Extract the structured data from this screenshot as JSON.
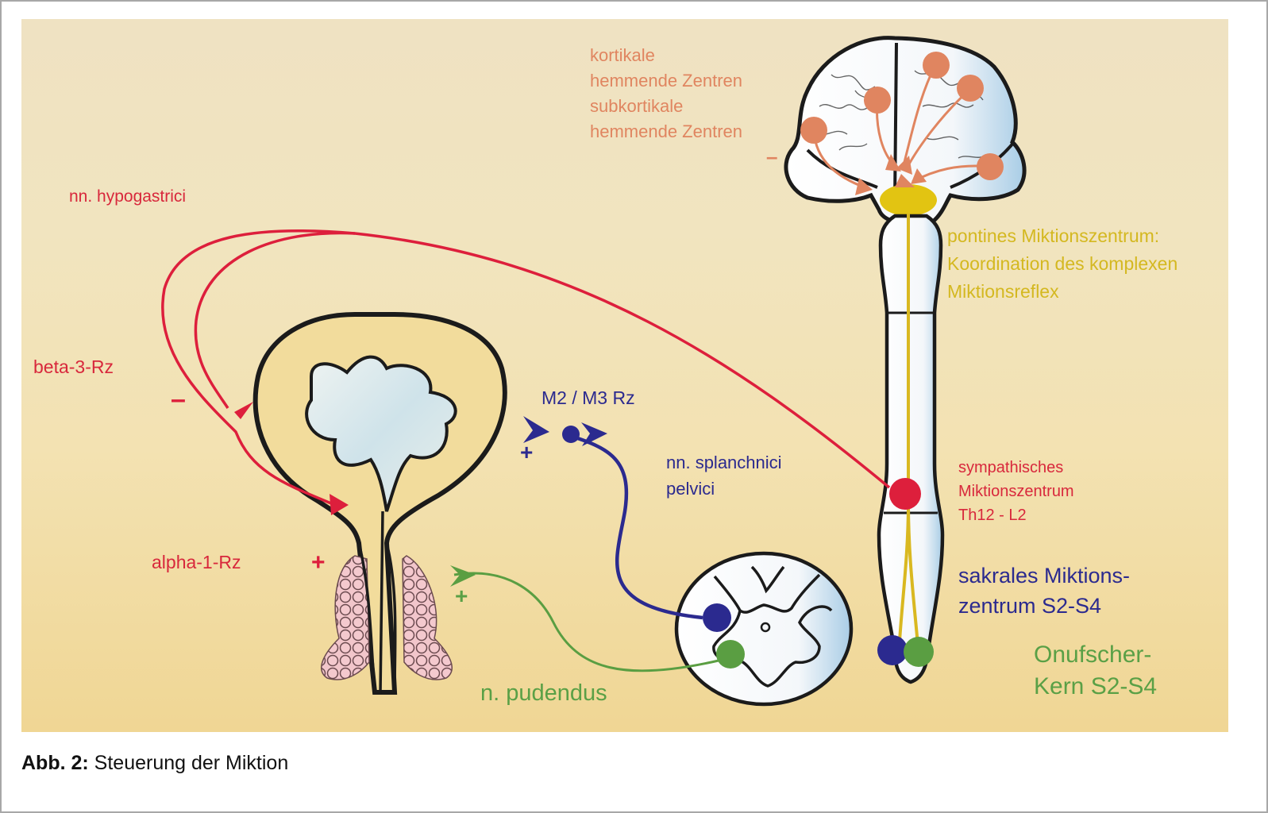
{
  "figure": {
    "caption_label": "Abb. 2:",
    "caption_text": " Steuerung der Miktion"
  },
  "labels": {
    "cortical_1": "kortikale",
    "cortical_2": "hemmende Zentren",
    "subcortical_1": "subkortikale",
    "subcortical_2": "hemmende Zentren",
    "pontine_1": "pontines Miktionszentrum:",
    "pontine_2": "Koordination des komplexen",
    "pontine_3": "Miktionsreflex",
    "hypogastric": "nn. hypogastrici",
    "beta3": "beta-3-Rz",
    "alpha1": "alpha-1-Rz",
    "m2m3": "M2 / M3 Rz",
    "splanchnic_1": "nn. splanchnici",
    "splanchnic_2": "pelvici",
    "sympathetic_1": "sympathisches",
    "sympathetic_2": "Miktionszentrum",
    "sympathetic_3": "Th12 - L2",
    "sacral_1": "sakrales Miktions-",
    "sacral_2": "zentrum S2-S4",
    "onuf_1": "Onufscher-",
    "onuf_2": "Kern S2-S4",
    "pudendus": "n. pudendus"
  },
  "signs": {
    "brain_minus": "–",
    "beta_minus": "–",
    "alpha_plus": "+",
    "m2m3_plus": "+",
    "pudendus_plus": "+"
  },
  "colors": {
    "sympathetic": "#d8283c",
    "parasympathetic": "#2b2a8f",
    "somatic": "#5aa046",
    "cortical": "#e08560",
    "pontine": "#d4b820"
  }
}
